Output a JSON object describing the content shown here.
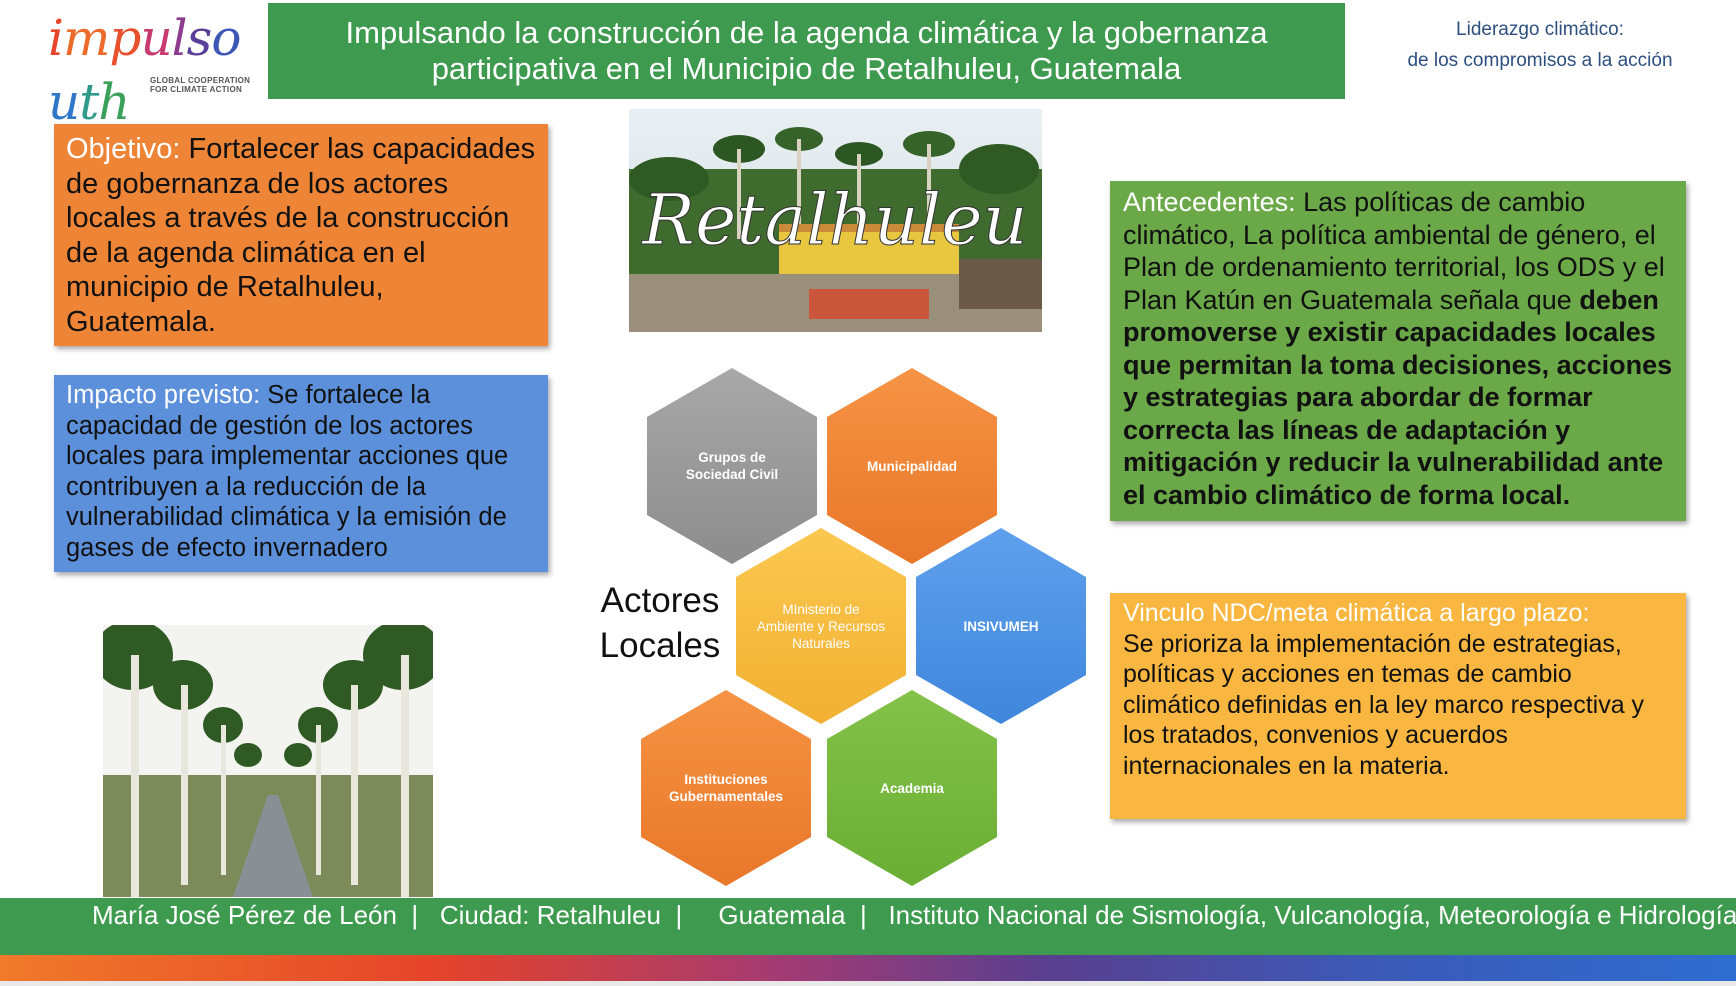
{
  "header": {
    "logo_text": "impulsouth",
    "logo_tagline_line1": "GLOBAL COOPERATION",
    "logo_tagline_line2": "FOR CLIMATE ACTION",
    "title": "Impulsando la construcción de la agenda climática y la gobernanza participativa en el Municipio de Retalhuleu, Guatemala",
    "leadership_line1": "Liderazgo climático:",
    "leadership_line2": "de los compromisos a la acción"
  },
  "objective": {
    "label": "Objetivo:",
    "text": " Fortalecer las capacidades de gobernanza de los actores locales a través de la construcción de la agenda climática en el municipio de Retalhuleu, Guatemala."
  },
  "impact": {
    "label": "Impacto previsto:",
    "text": " Se fortalece la capacidad de gestión de los actores locales para implementar acciones que contribuyen a la reducción de la vulnerabilidad climática  y la emisión de gases de efecto invernadero"
  },
  "background": {
    "label": "Antecedentes:",
    "text": " Las políticas de cambio climático, La política ambiental de género, el Plan de ordenamiento territorial, los ODS y el Plan Katún  en Guatemala señala que ",
    "bold_text": "deben promoverse y existir capacidades locales que permitan la toma decisiones, acciones y estrategias para abordar de formar correcta las líneas de adaptación y mitigación y reducir la vulnerabilidad ante el cambio climático de forma local."
  },
  "ndc": {
    "label": "Vinculo NDC/meta climática a largo plazo:",
    "text": "Se prioriza la implementación de estrategias, políticas y acciones en temas de cambio climático definidas en la ley marco respectiva y los tratados, convenios y acuerdos internacionales en la materia."
  },
  "city_photo": {
    "caption": "Retalhuleu"
  },
  "actors": {
    "label_line1": "Actores",
    "label_line2": "Locales",
    "hexagons": [
      "Grupos de Sociedad Civil",
      "Municipalidad",
      "MInisterio de Ambiente y Recursos Naturales",
      "INSIVUMEH",
      "Instituciones Gubernamentales",
      "Academia"
    ]
  },
  "footer": {
    "name": "María José Pérez de León",
    "city": "Ciudad: Retalhuleu",
    "country": "Guatemala",
    "institution": "Instituto Nacional de Sismología, Vulcanología, Meteorología e Hidrología",
    "separator": "|"
  },
  "colors": {
    "header_green": "#3e9a4e",
    "objective_orange": "#ee8436",
    "impact_blue": "#5d90da",
    "background_green": "#6aa848",
    "ndc_yellow": "#f9b741"
  }
}
